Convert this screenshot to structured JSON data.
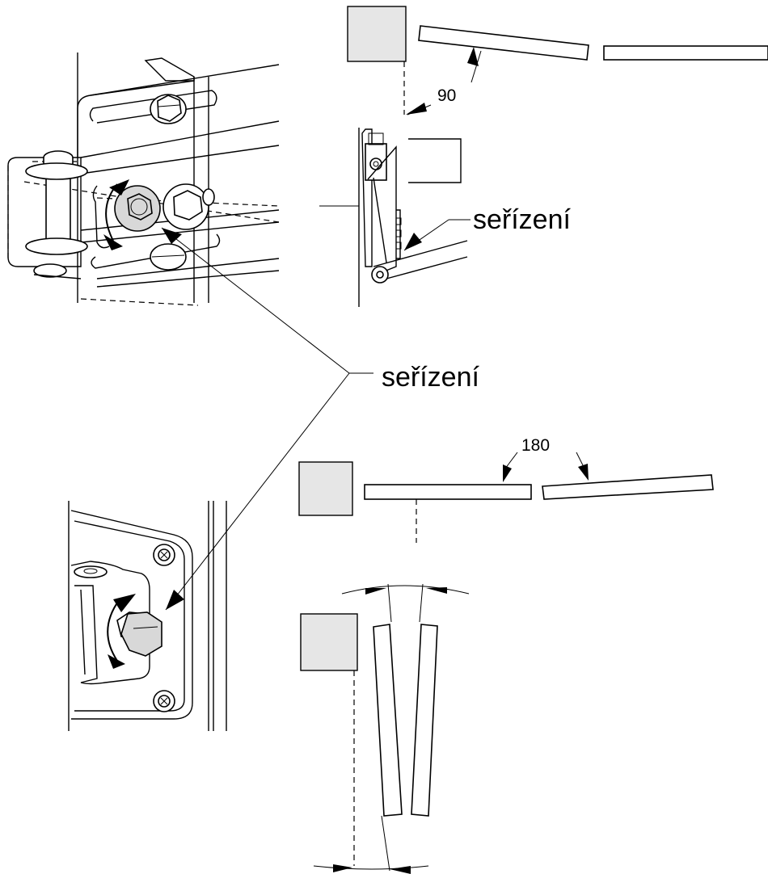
{
  "labels": {
    "adjustment_main": "seřízení",
    "adjustment_side": "seřízení",
    "angle_90": "90",
    "angle_180": "180"
  }
}
